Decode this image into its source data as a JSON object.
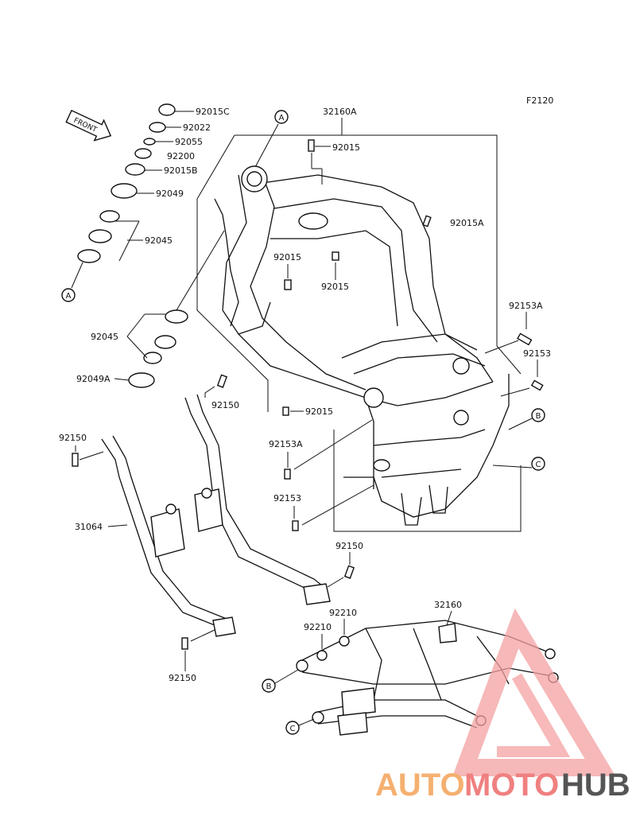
{
  "figure_code": "F2120",
  "front_arrow_text": "FRONT",
  "refs": {
    "a": "A",
    "b": "B",
    "c": "C"
  },
  "parts": {
    "p92015c": "92015C",
    "p92022": "92022",
    "p92055": "92055",
    "p92200": "92200",
    "p92015b": "92015B",
    "p92049": "92049",
    "p92045_top": "92045",
    "p92045_bottom": "92045",
    "p92049a": "92049A",
    "p32160a": "32160A",
    "p92015_top": "92015",
    "p92015a": "92015A",
    "p92015_mid_left": "92015",
    "p92015_mid": "92015",
    "p92015_lower": "92015",
    "p92153a_right": "92153A",
    "p92153_right": "92153",
    "p92153a_center": "92153A",
    "p92153_center": "92153",
    "p92150_top": "92150",
    "p92150_left": "92150",
    "p92150_right": "92150",
    "p92150_bottom": "92150",
    "p31064": "31064",
    "p32160": "32160",
    "p92210_top": "92210",
    "p92210_left": "92210"
  },
  "watermark": {
    "part1": "AUTO",
    "part2": "MOTO",
    "part3": "HUB",
    "colors": {
      "auto": "#f5b070",
      "moto": "#f08080",
      "hub": "#555555"
    }
  }
}
